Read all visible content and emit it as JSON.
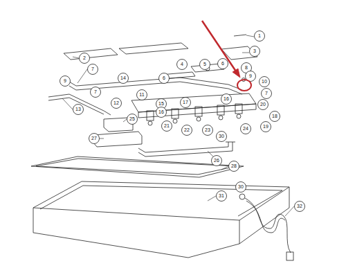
{
  "diagram": {
    "labels": [
      "1",
      "2",
      "3",
      "4",
      "5",
      "6",
      "7",
      "14",
      "6",
      "8",
      "9",
      "9",
      "10",
      "7",
      "7",
      "11",
      "12",
      "13",
      "17",
      "16",
      "20",
      "15",
      "16",
      "18",
      "25",
      "21",
      "22",
      "23",
      "24",
      "19",
      "27",
      "30",
      "26",
      "28",
      "31",
      "30",
      "32"
    ]
  }
}
